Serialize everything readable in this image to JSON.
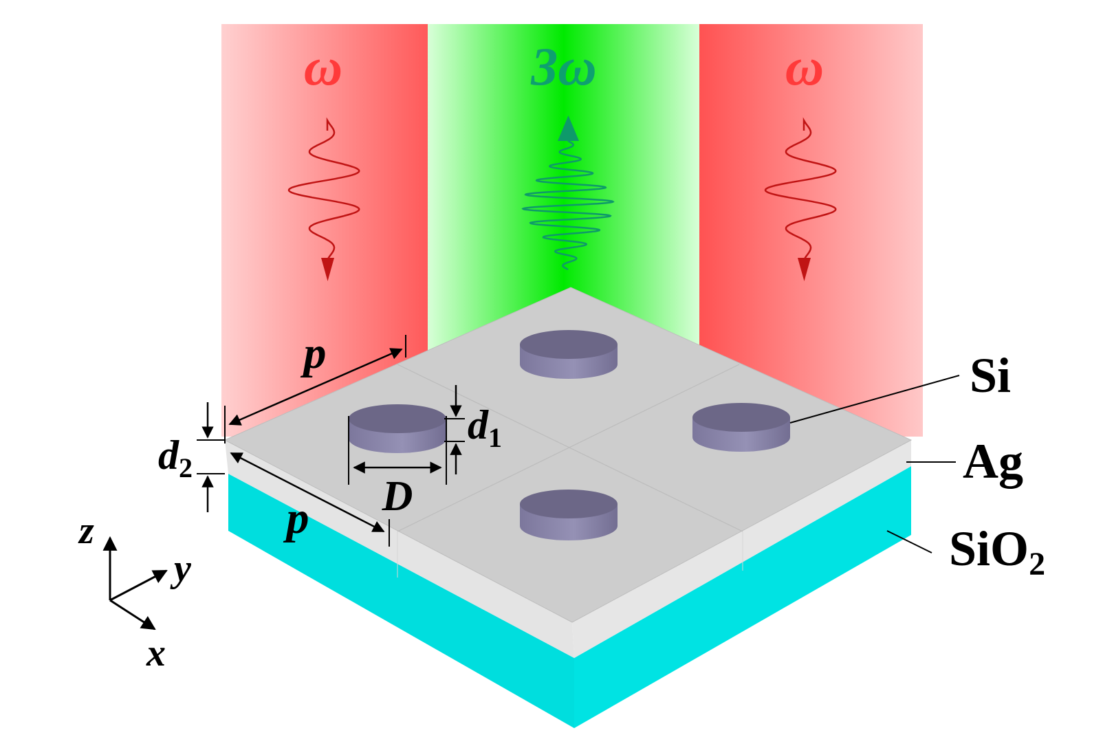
{
  "beams": {
    "left": {
      "label": "ω",
      "direction": "incident",
      "color": "#ff4040",
      "wave_color": "#c01414"
    },
    "center": {
      "label": "3ω",
      "direction": "emitted",
      "color": "#00e600",
      "wave_color": "#0e9a6a"
    },
    "right": {
      "label": "ω",
      "direction": "incident",
      "color": "#ff4040",
      "wave_color": "#c01414"
    }
  },
  "dimensions": {
    "period_label": "p",
    "diameter_label": "D",
    "disk_height_label": "d",
    "disk_height_sub": "1",
    "film_thickness_label": "d",
    "film_thickness_sub": "2"
  },
  "materials": {
    "disk": {
      "label": "Si",
      "color": "#6f6a8c"
    },
    "film": {
      "label": "Ag",
      "color": "#cfcfcf"
    },
    "substrate": {
      "label": "SiO",
      "sub": "2",
      "color": "#00e0e0"
    }
  },
  "axes": {
    "x": "x",
    "y": "y",
    "z": "z"
  }
}
